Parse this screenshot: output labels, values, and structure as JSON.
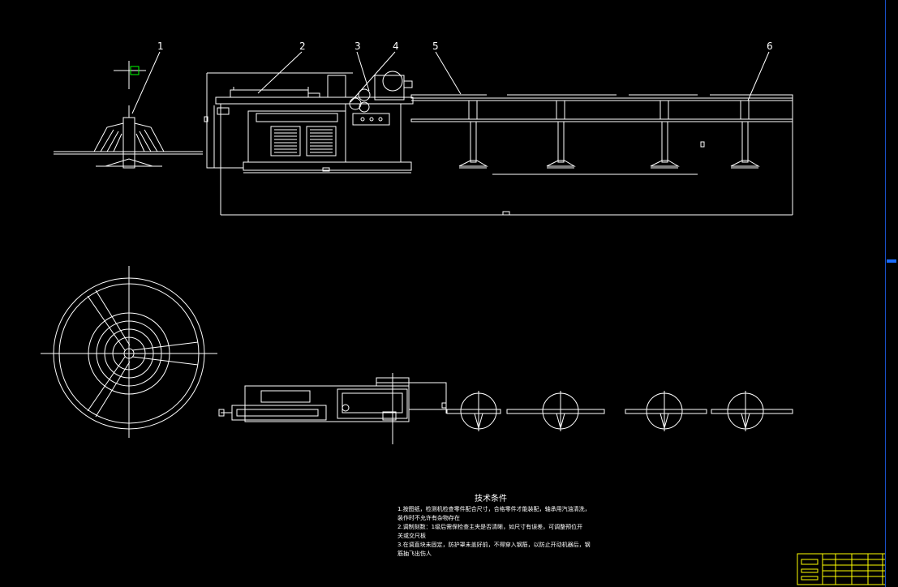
{
  "balloons": [
    {
      "id": "1",
      "text": "1"
    },
    {
      "id": "2",
      "text": "2"
    },
    {
      "id": "3",
      "text": "3"
    },
    {
      "id": "4",
      "text": "4"
    },
    {
      "id": "5",
      "text": "5"
    },
    {
      "id": "6",
      "text": "6"
    }
  ],
  "notes": {
    "title": "技术条件",
    "lines": [
      "1.按图纸，检测机检查零件配合尺寸，合格零件才能装配，轴承用汽油清洗，",
      "装作时不允许有杂物存在",
      "2.调制刻数：1级后需保检查主夹是否清晰，如尺寸有误差，可调整预位开",
      "关或交尺板",
      "3.在调直块未固定，防护罩未盖好前，不得穿入钢筋，以防止开动机器后，钢",
      "筋抽飞出伤人"
    ]
  },
  "colors": {
    "line": "#ffffff",
    "accent": "#00ff00",
    "titleblock": "#ffff00",
    "scroll": "#1a6cff"
  }
}
